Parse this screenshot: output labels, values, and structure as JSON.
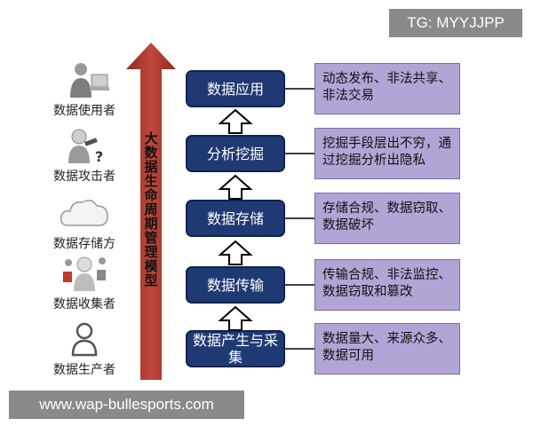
{
  "watermarks": {
    "top_right": "TG: MYYJJPP",
    "bottom_left": "www.wap-bullesports.com"
  },
  "title": "大数据生命周期管理模型",
  "actors": [
    {
      "label": "数据使用者",
      "icon": "user-at-computer-icon"
    },
    {
      "label": "数据攻击者",
      "icon": "attacker-icon"
    },
    {
      "label": "数据存储方",
      "icon": "cloud-icon"
    },
    {
      "label": "数据收集者",
      "icon": "collector-icon"
    },
    {
      "label": "数据生产者",
      "icon": "person-icon"
    }
  ],
  "stages": [
    {
      "label": "数据应用",
      "risk": "动态发布、非法共享、非法交易"
    },
    {
      "label": "分析挖掘",
      "risk": "挖掘手段层出不穷，通过挖掘分析出隐私"
    },
    {
      "label": "数据存储",
      "risk": "存储合规、数据窃取、数据破坏"
    },
    {
      "label": "数据传输",
      "risk": "传输合规、非法监控、数据窃取和篡改"
    },
    {
      "label": "数据产生与采集",
      "risk": "数据量大、来源众多、数据可用"
    }
  ],
  "colors": {
    "arrow": "#b03a2e",
    "stage_fill": "#1f3a73",
    "risk_fill": "#b3a4d6"
  }
}
